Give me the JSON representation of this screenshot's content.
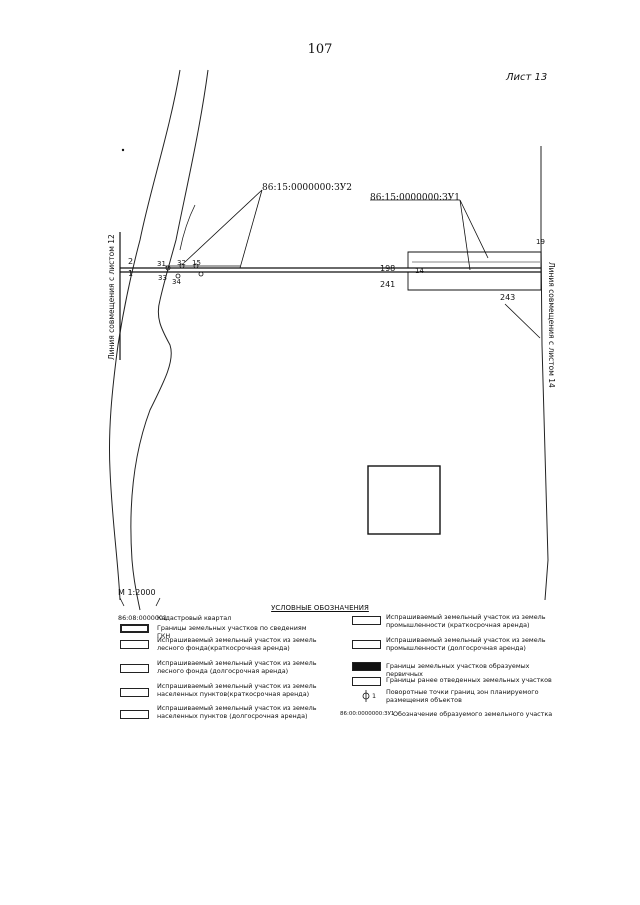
{
  "page_number": "107",
  "sheet_label": "Лист 13",
  "scale": "М 1:2000",
  "map_labels": {
    "parcel_zu2": "86:15:0000000:ЗУ2",
    "parcel_zu1": "86:15:0000000:ЗУ1",
    "match_left": "Линия совмещения с листом 12",
    "match_right": "Линия совмещения с листом 14",
    "pt_2": "2",
    "pt_1": "1",
    "pt_31": "31",
    "pt_32": "32",
    "pt_33": "33",
    "pt_34": "34",
    "pt_15": "15",
    "pt_198": "198",
    "pt_241": "241",
    "pt_243": "243",
    "pt_14": "14",
    "pt_19": "19"
  },
  "legend": {
    "title": "УСЛОВНЫЕ ОБОЗНАЧЕНИЯ",
    "left": [
      {
        "key": "86:08:0000001",
        "text": "Кадастровый квартал"
      },
      {
        "key": "",
        "text": "Границы земельных участков по сведениям ГКН"
      },
      {
        "key": "",
        "text": "Испрашиваемый земельный участок из земель лесного фонда(краткосрочная аренда)"
      },
      {
        "key": "",
        "text": "Испрашиваемый земельный участок из земель лесного фонда (долгосрочная аренда)"
      },
      {
        "key": "",
        "text": "Испрашиваемый земельный участок из земель населенных пунктов(краткосрочная аренда)"
      },
      {
        "key": "",
        "text": "Испрашиваемый земельный участок из земель населенных пунктов (долгосрочная аренда)"
      }
    ],
    "right": [
      {
        "key": "",
        "text": "Испрашиваемый земельный участок из земель промышленности (краткосрочная аренда)"
      },
      {
        "key": "",
        "text": "Испрашиваемый земельный участок из земель промышленности (долгосрочная аренда)"
      },
      {
        "key": "",
        "text": "Границы земельных участков образуемых первичных"
      },
      {
        "key": "",
        "text": "Границы ранее отведенных земельных участков"
      },
      {
        "key": "1",
        "text": "Поворотные точки границ зон планируемого размещения объектов"
      },
      {
        "key": "86:00:0000000:ЗУ1",
        "text": "Обозначение образуемого земельного участка"
      }
    ]
  }
}
